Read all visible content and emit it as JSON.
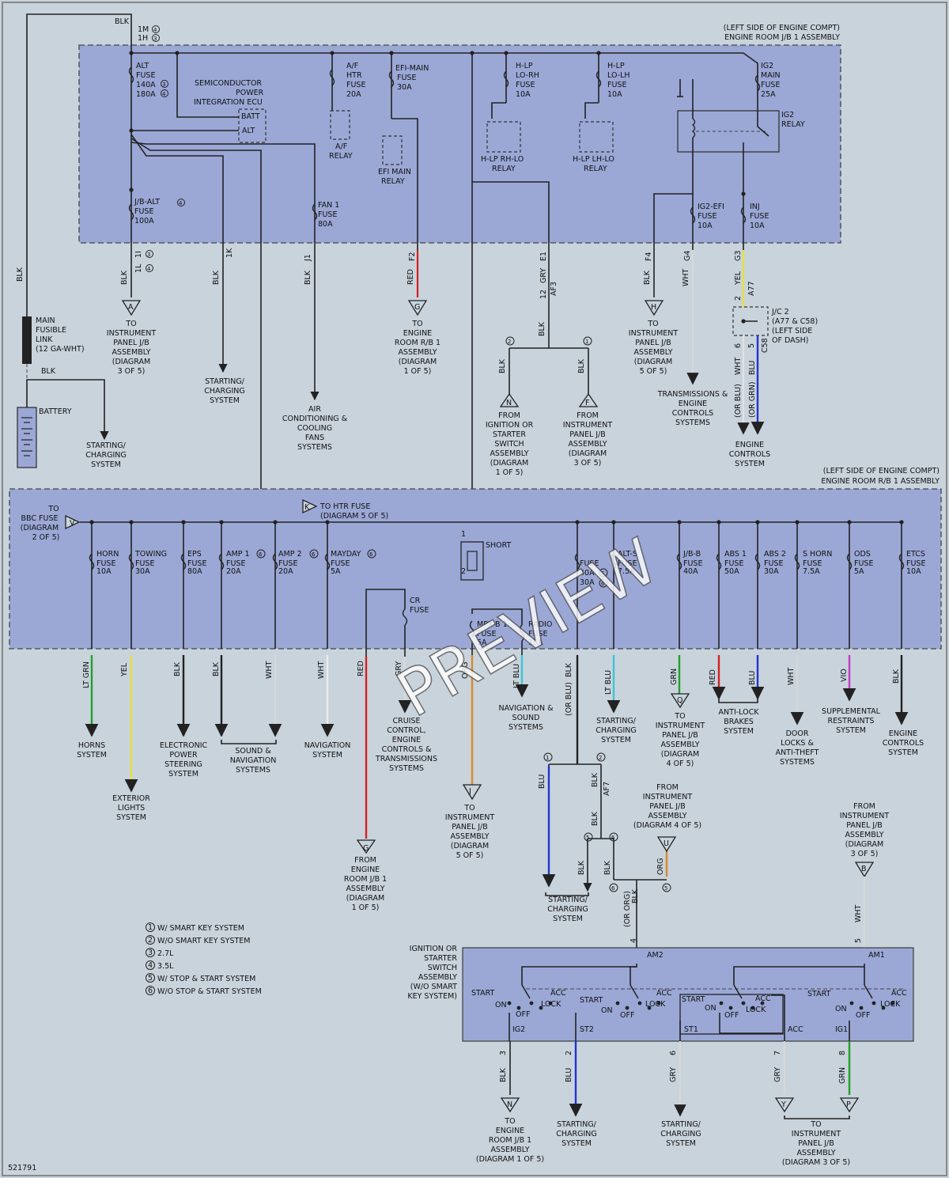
{
  "diagram_id": "521791",
  "watermark": "PREVIEW",
  "box_top": {
    "title1": "(LEFT SIDE OF ENGINE COMPT)",
    "title2": "ENGINE ROOM J/B 1 ASSEMBLY"
  },
  "box_mid": {
    "title1": "(LEFT SIDE OF ENGINE COMPT)",
    "title2": "ENGINE ROOM R/B 1 ASSEMBLY"
  },
  "top_labels": {
    "blk_top": "BLK",
    "c1m": "1M",
    "c1h": "1H",
    "n4a": "4",
    "n3a": "3",
    "alt1": "ALT",
    "alt2": "FUSE",
    "alt3": "140A",
    "alt4": "180A",
    "alt3n": "3",
    "alt4n": "4",
    "spi1": "SEMICONDUCTOR",
    "spi2": "POWER",
    "spi3": "INTEGRATION ECU",
    "batt": "BATT",
    "altp": "ALT",
    "afh1": "A/F",
    "afh2": "HTR",
    "afh3": "FUSE",
    "afh4": "20A",
    "afr1": "A/F",
    "afr2": "RELAY",
    "efim1": "EFI-MAIN",
    "efim2": "FUSE",
    "efim3": "30A",
    "efir1": "EFI MAIN",
    "efir2": "RELAY",
    "hlrh1": "H-LP",
    "hlrh2": "LO-RH",
    "hlrh3": "FUSE",
    "hlrh4": "10A",
    "hlrhr1": "H-LP RH-LO",
    "hlrhr2": "RELAY",
    "hllh1": "H-LP",
    "hllh2": "LO-LH",
    "hllh3": "FUSE",
    "hllh4": "10A",
    "hllhr1": "H-LP LH-LO",
    "hllhr2": "RELAY",
    "ig2f1": "IG2",
    "ig2f2": "MAIN",
    "ig2f3": "FUSE",
    "ig2f4": "25A",
    "ig2r1": "IG2",
    "ig2r2": "RELAY",
    "jba1": "J/B-ALT",
    "jba2": "FUSE",
    "jba3": "100A",
    "jban": "4",
    "fan1": "FAN 1",
    "fan2": "FUSE",
    "fan3": "80A",
    "ig2e1": "IG2-EFI",
    "ig2e2": "FUSE",
    "ig2e3": "10A",
    "inj1": "INJ",
    "inj2": "FUSE",
    "inj3": "10A"
  },
  "top_connectors": {
    "c1i": "1I",
    "c1l": "1L",
    "n3b": "3",
    "n4b": "4",
    "c1k": "1K",
    "cj1": "J1",
    "cf2": "F2",
    "ce1": "E1",
    "n12": "12",
    "caf3": "AF3",
    "cf4": "F4",
    "cg4": "G4",
    "cg3": "G3",
    "n2": "2",
    "ca77": "A77",
    "n6": "6",
    "n5": "5",
    "cc58": "C58"
  },
  "top_wires": {
    "blk1": "BLK",
    "blk2": "BLK",
    "blk3": "BLK",
    "red": "RED",
    "gry": "GRY",
    "blk4": "BLK",
    "wht": "WHT",
    "yel": "YEL",
    "blk_main": "BLK",
    "blk_bat": "BLK",
    "wht2": "WHT",
    "blu": "BLU",
    "orblu": "(OR BLU)",
    "orgrn": "(OR GRN)",
    "blk_n": "BLK",
    "blk_f": "BLK",
    "blk_e1": "BLK"
  },
  "top_dest": {
    "a_tri": "A",
    "a1": "TO",
    "a2": "INSTRUMENT",
    "a3": "PANEL J/B",
    "a4": "ASSEMBLY",
    "a5": "(DIAGRAM",
    "a6": "3 OF 5)",
    "sc1": "STARTING/",
    "sc2": "CHARGING",
    "sc3": "SYSTEM",
    "ac1": "AIR",
    "ac2": "CONDITIONING &",
    "ac3": "COOLING",
    "ac4": "FANS",
    "ac5": "SYSTEMS",
    "g_tri": "G",
    "g1": "TO",
    "g2": "ENGINE",
    "g3": "ROOM R/B 1",
    "g4": "ASSEMBLY",
    "g5": "(DIAGRAM",
    "g6": "1 OF 5)",
    "n_tri": "N",
    "n1": "FROM",
    "n2": "IGNITION OR",
    "n3": "STARTER",
    "n4": "SWITCH",
    "n5": "ASSEMBLY",
    "n6": "(DIAGRAM",
    "n7": "1 OF 5)",
    "f_tri": "F",
    "f1": "FROM",
    "f2": "INSTRUMENT",
    "f3": "PANEL J/B",
    "f4": "ASSEMBLY",
    "f5": "(DIAGRAM",
    "f6": "3 OF 5)",
    "h_tri": "H",
    "h1": "TO",
    "h2": "INSTRUMENT",
    "h3": "PANEL J/B",
    "h4": "ASSEMBLY",
    "h5": "(DIAGRAM",
    "h6": "5 OF 5)",
    "t1": "TRANSMISSIONS &",
    "t2": "ENGINE",
    "t3": "CONTROLS",
    "t4": "SYSTEMS",
    "jc1": "J/C 2",
    "jc2": "(A77 & C58)",
    "jc3": "(LEFT SIDE",
    "jc4": "OF DASH)",
    "ec1": "ENGINE",
    "ec2": "CONTROLS",
    "ec3": "SYSTEM",
    "mf1": "MAIN",
    "mf2": "FUSIBLE",
    "mf3": "LINK",
    "mf4": "(12 GA-WHT)",
    "bat": "BATTERY",
    "sc4": "STARTING/",
    "sc5": "CHARGING",
    "sc6": "SYSTEM",
    "circ2": "2",
    "circ1": "1"
  },
  "mid_labels": {
    "v_tri": "V",
    "bbc1": "TO",
    "bbc2": "BBC FUSE",
    "bbc3": "(DIAGRAM",
    "bbc4": "2 OF 5)",
    "k_tri": "K",
    "htr1": "TO HTR FUSE",
    "htr2": "(DIAGRAM 5 OF 5)",
    "horn1": "HORN",
    "horn2": "FUSE",
    "horn3": "10A",
    "tow1": "TOWING",
    "tow2": "FUSE",
    "tow3": "30A",
    "eps1": "EPS",
    "eps2": "FUSE",
    "eps3": "80A",
    "amp1a": "AMP 1",
    "amp1b": "FUSE",
    "amp1c": "20A",
    "amp1n": "6",
    "amp2a": "AMP 2",
    "amp2b": "FUSE",
    "amp2c": "20A",
    "amp2n": "6",
    "may1": "MAYDAY",
    "may2": "FUSE",
    "may3": "5A",
    "mayn": "6",
    "short": "SHORT",
    "s1": "1",
    "s2": "2",
    "f40a": "FUSE",
    "f40b": "40A",
    "f40c": "30A",
    "f40n5": "5",
    "f40n6": "6",
    "alts1": "ALT-S",
    "alts2": "FUSE",
    "alts3": "7.5A",
    "jbb1": "J/B-B",
    "jbb2": "FUSE",
    "jbb3": "40A",
    "abs1a": "ABS 1",
    "abs1b": "FUSE",
    "abs1c": "50A",
    "abs2a": "ABS 2",
    "abs2b": "FUSE",
    "abs2c": "30A",
    "sh1": "S HORN",
    "sh2": "FUSE",
    "sh3": "7.5A",
    "ods1": "ODS",
    "ods2": "FUSE",
    "ods3": "5A",
    "etc1": "ETCS",
    "etc2": "FUSE",
    "etc3": "10A",
    "mpx1": "MPX-B 1",
    "mpx2": "FUSE",
    "mpx3": "5A",
    "rad1": "RADIO",
    "rad2": "FUSE",
    "rad3": "15A",
    "cr1": "CR",
    "cr2": "FUSE"
  },
  "mid_wires": {
    "ltgrn": "LT GRN",
    "yel": "YEL",
    "blk1": "BLK",
    "blk2": "BLK",
    "wht1": "WHT",
    "wht2": "WHT",
    "red": "RED",
    "gry": "GRY",
    "org": "ORG",
    "ltblu1": "LT BLU",
    "orblu": "(OR BLU)",
    "blk3": "BLK",
    "ltblu2": "LT BLU",
    "grn": "GRN",
    "red2": "RED",
    "blu": "BLU",
    "wht3": "WHT",
    "vio": "VIO",
    "blk4": "BLK"
  },
  "mid_dest": {
    "horns1": "HORNS",
    "horns2": "SYSTEM",
    "ext1": "EXTERIOR",
    "ext2": "LIGHTS",
    "ext3": "SYSTEM",
    "eps1": "ELECTRONIC",
    "eps2": "POWER",
    "eps3": "STEERING",
    "eps4": "SYSTEM",
    "sn1": "SOUND &",
    "sn2": "NAVIGATION",
    "sn3": "SYSTEMS",
    "nav1": "NAVIGATION",
    "nav2": "SYSTEM",
    "g_tri": "G",
    "g1": "FROM",
    "g2": "ENGINE",
    "g3": "ROOM J/B 1",
    "g4": "ASSEMBLY",
    "g5": "(DIAGRAM",
    "g6": "1 OF 5)",
    "cc1": "CRUISE",
    "cc2": "CONTROL,",
    "cc3": "ENGINE",
    "cc4": "CONTROLS &",
    "cc5": "TRANSMISSIONS",
    "cc6": "SYSTEMS",
    "j_tri": "J",
    "j1": "TO",
    "j2": "INSTRUMENT",
    "j3": "PANEL J/B",
    "j4": "ASSEMBLY",
    "j5": "(DIAGRAM",
    "j6": "5 OF 5)",
    "ns1": "NAVIGATION &",
    "ns2": "SOUND",
    "ns3": "SYSTEMS",
    "sc1": "STARTING/",
    "sc2": "CHARGING",
    "sc3": "SYSTEM",
    "q_tri": "Q",
    "q1": "TO",
    "q2": "INSTRUMENT",
    "q3": "PANEL J/B",
    "q4": "ASSEMBLY",
    "q5": "(DIAGRAM",
    "q6": "4 OF 5)",
    "ab1": "ANTI-LOCK",
    "ab2": "BRAKES",
    "ab3": "SYSTEM",
    "dl1": "DOOR",
    "dl2": "LOCKS &",
    "dl3": "ANTI-THEFT",
    "dl4": "SYSTEMS",
    "sr1": "SUPPLEMENTAL",
    "sr2": "RESTRAINTS",
    "sr3": "SYSTEM",
    "ec1": "ENGINE",
    "ec2": "CONTROLS",
    "ec3": "SYSTEM"
  },
  "lower": {
    "c1": "1",
    "c2": "2",
    "c5": "5",
    "c6": "6",
    "c5b": "5",
    "c6b": "6",
    "blu": "BLU",
    "blk1": "BLK",
    "blk2": "BLK",
    "af7": "AF7",
    "blk3": "BLK",
    "blk4": "BLK",
    "org": "ORG",
    "sc1": "STARTING/",
    "sc2": "CHARGING",
    "sc3": "SYSTEM",
    "u_tri": "U",
    "u1": "FROM",
    "u2": "INSTRUMENT",
    "u3": "PANEL J/B",
    "u4": "ASSEMBLY",
    "u5": "(DIAGRAM 4 OF 5)",
    "b_tri": "B",
    "b1": "FROM",
    "b2": "INSTRUMENT",
    "b3": "PANEL J/B",
    "b4": "ASSEMBLY",
    "b5": "(DIAGRAM",
    "b6": "3 OF 5)",
    "wht": "WHT",
    "orgblk1": "(OR ORG)",
    "orgblk2": "BLK",
    "p4": "4",
    "p5": "5"
  },
  "legend": [
    {
      "n": "1",
      "t": "W/ SMART KEY SYSTEM"
    },
    {
      "n": "2",
      "t": "W/O SMART KEY SYSTEM"
    },
    {
      "n": "3",
      "t": "2.7L"
    },
    {
      "n": "4",
      "t": "3.5L"
    },
    {
      "n": "5",
      "t": "W/ STOP & START SYSTEM"
    },
    {
      "n": "6",
      "t": "W/O STOP & START SYSTEM"
    }
  ],
  "ignition": {
    "title1": "IGNITION OR",
    "title2": "STARTER",
    "title3": "SWITCH",
    "title4": "ASSEMBLY",
    "title5": "(W/O SMART",
    "title6": "KEY SYSTEM)",
    "am2": "AM2",
    "am1": "AM1",
    "start1": "START",
    "on1": "ON",
    "off1": "OFF",
    "acc1": "ACC",
    "lock1": "LOCK",
    "start2": "START",
    "on2": "ON",
    "off2": "OFF",
    "acc2": "ACC",
    "lock2": "LOCK",
    "start3": "START",
    "on3": "ON",
    "off3": "OFF",
    "acc3": "ACC",
    "lock3": "LOCK",
    "start4": "START",
    "on4": "ON",
    "off4": "OFF",
    "acc4": "ACC",
    "lock4": "LOCK",
    "ig2": "IG2",
    "st2": "ST2",
    "st1": "ST1",
    "acc": "ACC",
    "ig1": "IG1",
    "p3": "3",
    "p2": "2",
    "p6": "6",
    "p7": "7",
    "p8": "8",
    "w_blk": "BLK",
    "w_blu": "BLU",
    "w_gry1": "GRY",
    "w_gry2": "GRY",
    "w_grn": "GRN"
  },
  "ign_dest": {
    "n_tri": "N",
    "n1": "TO",
    "n2": "ENGINE",
    "n3": "ROOM J/B 1",
    "n4": "ASSEMBLY",
    "n5": "(DIAGRAM 1 OF 5)",
    "s1a": "STARTING/",
    "s1b": "CHARGING",
    "s1c": "SYSTEM",
    "s2a": "STARTING/",
    "s2b": "CHARGING",
    "s2c": "SYSTEM",
    "y_tri": "Y",
    "p_tri": "P",
    "ip1": "TO",
    "ip2": "INSTRUMENT",
    "ip3": "PANEL J/B",
    "ip4": "ASSEMBLY",
    "ip5": "(DIAGRAM 3 OF 5)"
  },
  "colors": {
    "red": "#d62020",
    "green": "#22a02a",
    "yellow": "#e2e23a",
    "orange": "#d88a2a",
    "ltblue": "#3ac6d8",
    "blue": "#2234d0",
    "violet": "#c23ac6",
    "gray": "#d8d8d8",
    "white": "#ececec",
    "box": "#9ba8d6"
  }
}
